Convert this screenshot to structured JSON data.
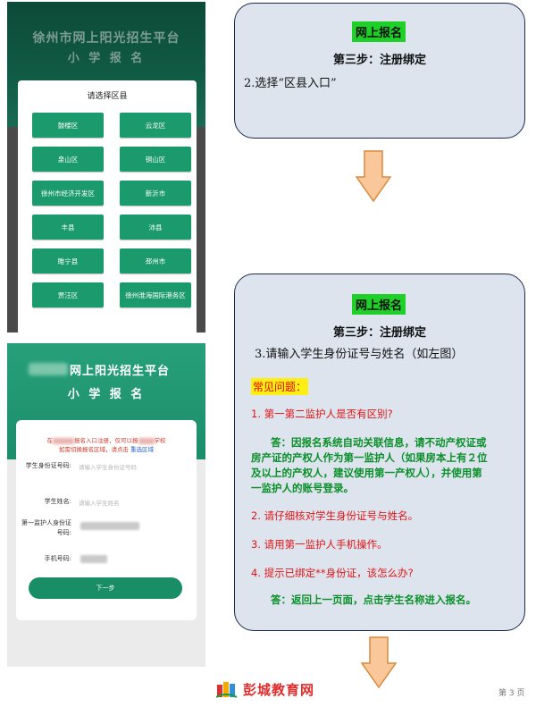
{
  "phone1": {
    "title": "徐州市网上阳光招生平台",
    "subtitle": "小 学 报 名",
    "card_title": "请选择区县",
    "districts": [
      "鼓楼区",
      "云龙区",
      "泉山区",
      "铜山区",
      "徐州市经济开发区",
      "新沂市",
      "丰县",
      "沛县",
      "睢宁县",
      "邳州市",
      "贾汪区",
      "徐州淮海国际港务区"
    ],
    "button_color": "#1b9a6e"
  },
  "phone2": {
    "title": "网上阳光招生平台",
    "subtitle": "小 学 报 名",
    "notice_a": "在",
    "notice_b": "报名入口注册，仅可以报",
    "notice_c": "学校",
    "notice_d": "如需切换报名区域，请点击",
    "notice_link": "重选区域",
    "fields": [
      {
        "label": "学生身份证号码:",
        "placeholder": "请输入学生身份证号码"
      },
      {
        "label": "学生姓名:",
        "placeholder": "请输入学生姓名"
      },
      {
        "label": "第一监护人身份证号码:",
        "placeholder": ""
      },
      {
        "label": "手机号码:",
        "placeholder": ""
      }
    ],
    "next_label": "下一步"
  },
  "box1": {
    "badge": "网上报名",
    "step": "第三步：注册绑定",
    "line": "2.选择“区县入口”"
  },
  "box2": {
    "badge": "网上报名",
    "step": "第三步：注册绑定",
    "line": "3.请输入学生身份证号与姓名（如左图）",
    "faq_label": "常见问题：",
    "q1": "1.   第一第二监护人是否有区别?",
    "a1_l1": "答：因报名系统自动关联信息，请不动产权证或",
    "a1_l2": "房产证的产权人作为第一监护人（如果房本上有２位",
    "a1_l3": "及以上的产权人，建议使用第一产权人），并使用第",
    "a1_l4": "一监护人的账号登录。",
    "q2": "2.   请仔细核对学生身份证号与姓名。",
    "q3": "3.   请用第一监护人手机操作。",
    "q4": "4.   提示已绑定**身份证，该怎么办?",
    "a4": "答：返回上一页面，点击学生名称进入报名。"
  },
  "footer": {
    "logo_text": "彭城教育网",
    "page": "第 3 页"
  },
  "colors": {
    "box_fill": "#dde4ee",
    "badge_green": "#1fd028",
    "arrow_fill": "#f9c79a",
    "arrow_stroke": "#d98a3e",
    "question_red": "#e01515",
    "answer_green": "#0a8f2a"
  }
}
